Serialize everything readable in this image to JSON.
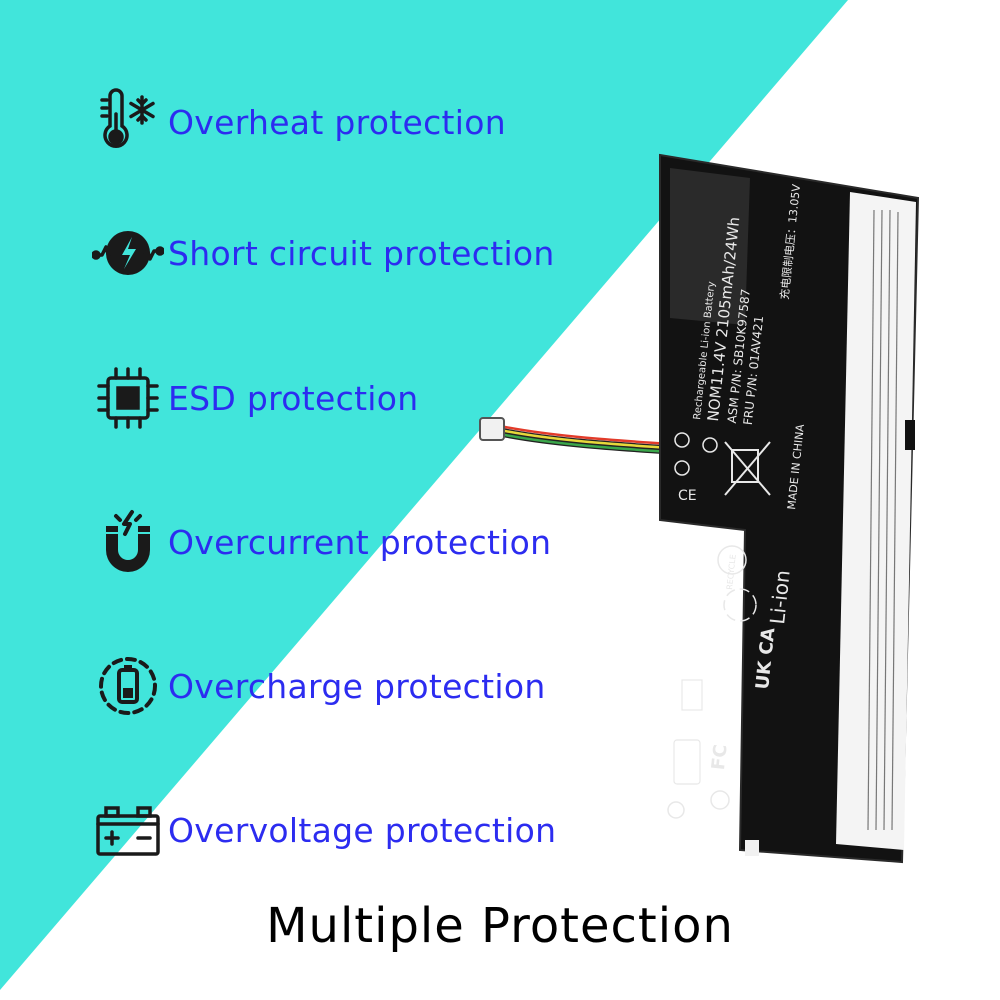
{
  "colors": {
    "background_teal": "#41e5db",
    "background_white": "#ffffff",
    "feature_text": "#2c2cf0",
    "icon_color": "#1a1a1a",
    "battery_body": "#121212",
    "battery_label": "#f4f4f4"
  },
  "features": [
    {
      "label": "Overheat protection",
      "icon": "thermometer-snowflake-icon"
    },
    {
      "label": "Short circuit protection",
      "icon": "lightning-wave-icon"
    },
    {
      "label": "ESD protection",
      "icon": "chip-icon"
    },
    {
      "label": "Overcurrent protection",
      "icon": "magnet-bolt-icon"
    },
    {
      "label": "Overcharge protection",
      "icon": "battery-charging-icon"
    },
    {
      "label": "Overvoltage protection",
      "icon": "car-battery-icon"
    }
  ],
  "title": "Multiple Protection",
  "battery": {
    "header": "Rechargeable Li-ion Battery",
    "rating": "NOM11.4V 2105mAh/24Wh",
    "asm": "ASM P/N: SB10K97587",
    "fru": "FRU P/N: 01AV421",
    "made_in": "MADE IN CHINA",
    "chemistry": "Li-ion",
    "recycle": "RECYCLE",
    "uk_mark": "UK CA",
    "voltage_limit": "充电限制电压：13.05V"
  }
}
